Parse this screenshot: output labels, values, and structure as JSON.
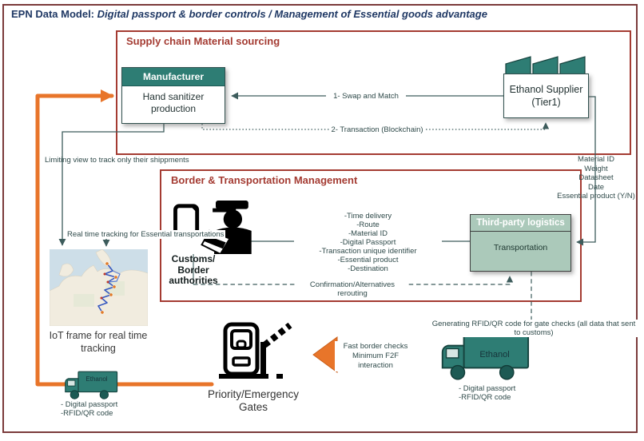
{
  "page": {
    "title_prefix": "EPN Data Model:",
    "title_rest": "Digital passport & border controls / Management of Essential goods advantage"
  },
  "colors": {
    "outer_border": "#7b3b3b",
    "frame_red": "#a43b32",
    "title_navy": "#1f3864",
    "teal": "#2e7d74",
    "teal_dark": "#16433e",
    "sage": "#abc9ba",
    "orange": "#e8752a",
    "line": "#3d5c5c",
    "small_text": "#2f4a4a"
  },
  "supply_chain": {
    "title": "Supply chain Material sourcing",
    "manufacturer": {
      "header": "Manufacturer",
      "body": "Hand sanitizer production"
    },
    "supplier": {
      "line1": "Ethanol Supplier",
      "line2": "(Tier1)"
    },
    "arrow_swap_label": "1- Swap and Match",
    "arrow_transaction_label": "2- Transaction (Blockchain)"
  },
  "border_mgmt": {
    "title": "Border & Transportation Management",
    "customs_label": "Customs/ Border authorities",
    "data_items": [
      "-Time delivery",
      "-Route",
      "-Material ID",
      "-Digital Passport",
      "-Transaction unique identifier",
      "-Essential product",
      "-Destination"
    ],
    "logistics": {
      "header": "Third-party logistics",
      "body": "Transportation"
    },
    "confirmation_label": "Confirmation/Alternatives rerouting"
  },
  "supplier_data_items": [
    "Material ID",
    "Weight",
    "Datasheet",
    "Date",
    "Essential product (Y/N)"
  ],
  "annotations": {
    "limiting_view": "Limiting view to track only their shippments",
    "real_time": "Real time tracking for Essential transportations",
    "generating": "Generating RFID/QR code for gate checks (all data that sent to customs)"
  },
  "map": {
    "caption": "IoT frame for real time tracking"
  },
  "gates": {
    "label": "Priority/Emergency Gates"
  },
  "fast_arrow": {
    "lines": [
      "Fast border checks",
      "Minimum F2F interaction"
    ]
  },
  "trucks": {
    "left": {
      "label": "Ethanol",
      "captions": [
        "- Digital passport",
        "-RFID/QR code"
      ]
    },
    "right": {
      "label": "Ethanol",
      "captions": [
        "- Digital passport",
        "-RFID/QR code"
      ]
    }
  }
}
